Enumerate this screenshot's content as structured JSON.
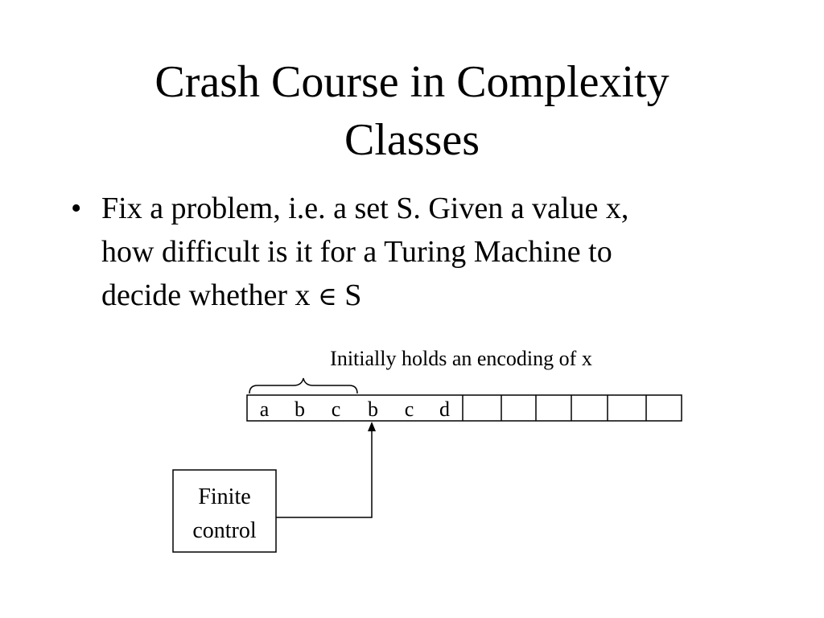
{
  "slide": {
    "title_lines": [
      "Crash Course in Complexity",
      "Classes"
    ],
    "bullet": {
      "marker": "•",
      "line1": "Fix a problem, i.e. a set S.  Given a value x,",
      "line2": "how difficult is it for a Turing Machine to",
      "line3_prefix": "decide whether x ",
      "line3_symbol": "∈",
      "line3_suffix": " S"
    }
  },
  "diagram": {
    "brace_label": "Initially holds an encoding of x",
    "tape_symbols": [
      "a",
      "b",
      "c",
      "b",
      "c",
      "d",
      "",
      "",
      "",
      "",
      "",
      "",
      ""
    ],
    "control_label_lines": [
      "Finite",
      "control"
    ]
  }
}
